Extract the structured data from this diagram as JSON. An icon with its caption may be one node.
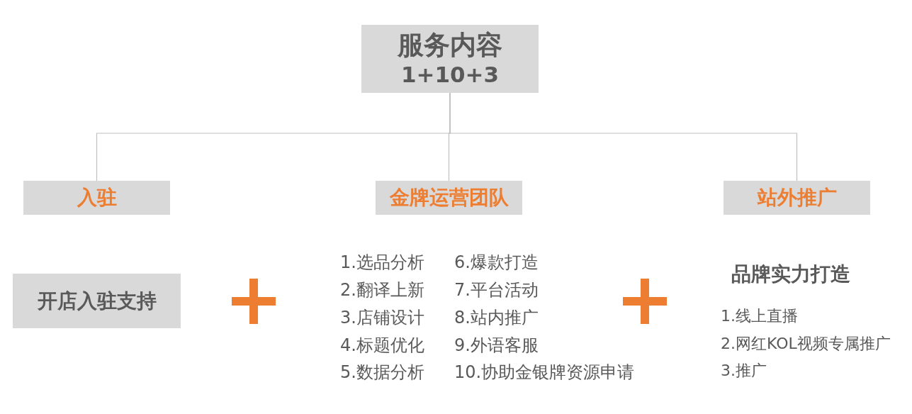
{
  "diagram": {
    "nodes": [
      {
        "text": [
          "服务内容",
          "1+10+3"
        ]
      },
      {
        "text": [
          "入驻"
        ]
      },
      {
        "text": [
          "金牌运营团队"
        ]
      },
      {
        "text": [
          "站外推广"
        ]
      },
      {
        "text": [
          "开店入驻支持"
        ]
      }
    ],
    "edges": [
      {
        "from": 0,
        "to": 1,
        "arrow": "none"
      },
      {
        "from": 0,
        "to": 2,
        "arrow": "none"
      },
      {
        "from": 0,
        "to": 3,
        "arrow": "none"
      }
    ],
    "labels": [
      "1.选品分析",
      "6.爆款打造",
      "2.翻译上新",
      "7.平台活动",
      "3.店铺设计",
      "8.站内推广",
      "4.标题优化",
      "9.外语客服",
      "5.数据分析",
      "10.协助金银牌资源申请",
      "品牌实力打造",
      "1.线上直播",
      "2.网红KOL视频专属推广",
      "3.推广"
    ]
  }
}
